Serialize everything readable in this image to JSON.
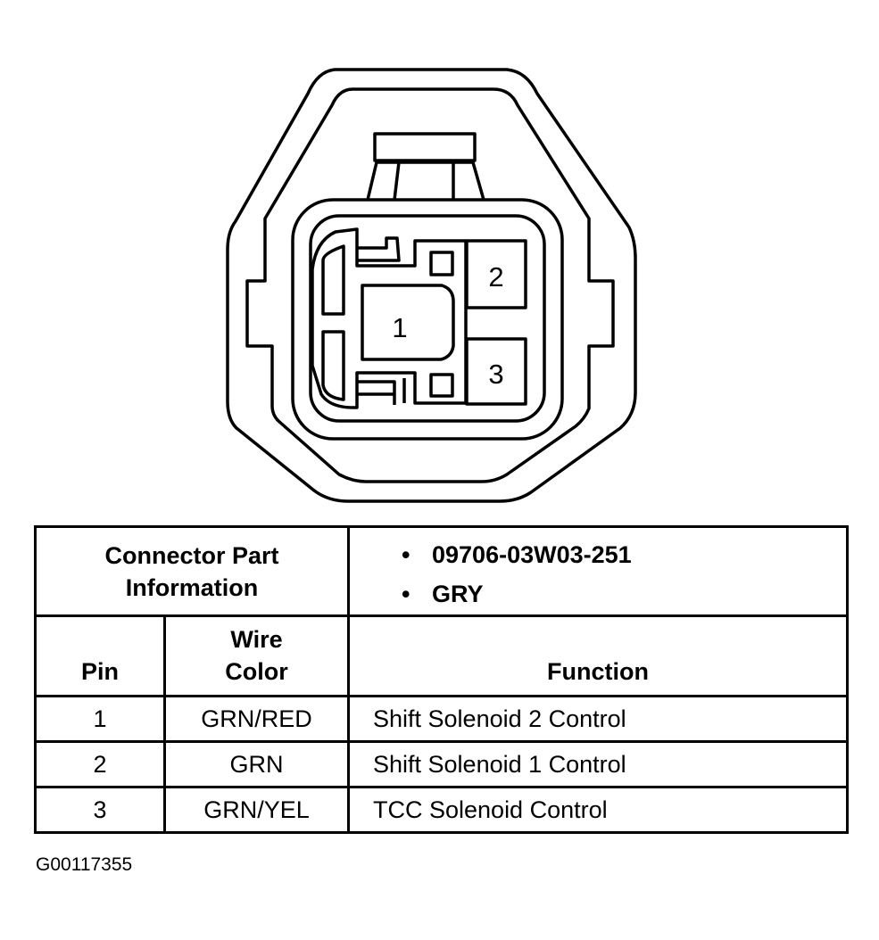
{
  "connector_diagram": {
    "pins": [
      {
        "label": "1"
      },
      {
        "label": "2"
      },
      {
        "label": "3"
      }
    ]
  },
  "part_info": {
    "label_line1": "Connector Part",
    "label_line2": "Information",
    "items": [
      "09706-03W03-251",
      "GRY"
    ]
  },
  "table": {
    "headers": {
      "pin": "Pin",
      "wire_color_line1": "Wire",
      "wire_color_line2": "Color",
      "function": "Function"
    },
    "rows": [
      {
        "pin": "1",
        "wire_color": "GRN/RED",
        "function": "Shift Solenoid 2 Control"
      },
      {
        "pin": "2",
        "wire_color": "GRN",
        "function": "Shift Solenoid 1 Control"
      },
      {
        "pin": "3",
        "wire_color": "GRN/YEL",
        "function": "TCC Solenoid Control"
      }
    ]
  },
  "figure_id": "G00117355"
}
